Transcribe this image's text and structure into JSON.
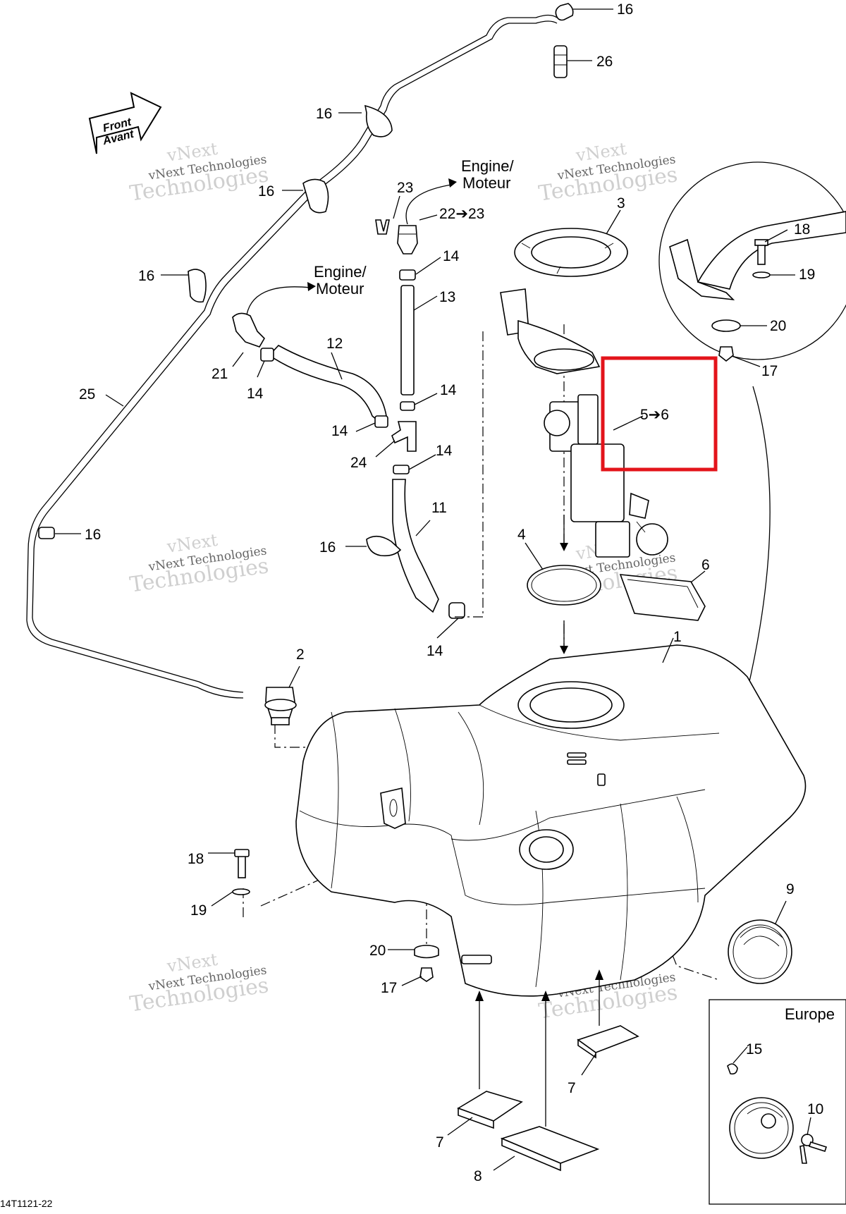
{
  "diagram": {
    "drawing_number": "14T1121-22",
    "front_arrow": {
      "line1": "Front",
      "line2": "Avant"
    },
    "engine_labels": [
      {
        "line1": "Engine/",
        "line2": "Moteur"
      },
      {
        "line1": "Engine/",
        "line2": "Moteur"
      }
    ],
    "europe_box_title": "Europe",
    "watermark": {
      "line1": "vNext",
      "line2": "vNext Technologies",
      "line3": "Technologies"
    },
    "highlight_color": "#e3141b",
    "callouts": {
      "c16a": "16",
      "c26": "26",
      "c16b": "16",
      "c16c": "16",
      "c23": "23",
      "c22_23": "22➔23",
      "c14a": "14",
      "c13": "13",
      "c16d": "16",
      "c21": "21",
      "c14b": "14",
      "c12": "12",
      "c25": "25",
      "c14c": "14",
      "c14d": "14",
      "c24": "24",
      "c14e": "14",
      "c16e": "16",
      "c11": "11",
      "c16f": "16",
      "c14f": "14",
      "c3": "3",
      "c18a": "18",
      "c19a": "19",
      "c20a": "20",
      "c17a": "17",
      "c5_6": "5➔6",
      "c4": "4",
      "c6": "6",
      "c1": "1",
      "c2": "2",
      "c18b": "18",
      "c19b": "19",
      "c20b": "20",
      "c17b": "17",
      "c9": "9",
      "c15": "15",
      "c10": "10",
      "c7a": "7",
      "c7b": "7",
      "c8": "8"
    }
  }
}
